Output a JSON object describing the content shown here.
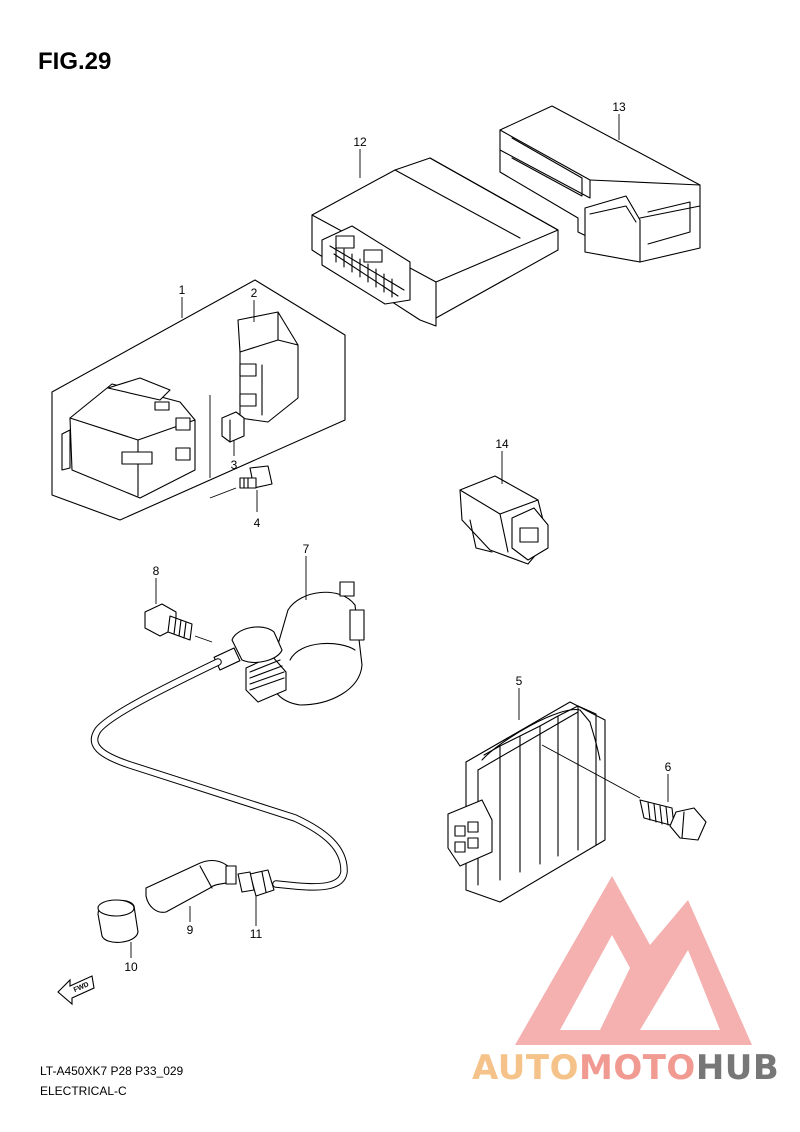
{
  "figure": {
    "title": "FIG.29"
  },
  "footer": {
    "model_code": "LT-A450XK7 P28 P33_029",
    "section": "ELECTRICAL-C"
  },
  "fwd_label": "FWD",
  "watermark": {
    "text_parts": [
      "AUTO",
      "MOTO",
      "HUB"
    ],
    "colors": {
      "auto": "#f5c38a",
      "moto": "#f19a92",
      "hub": "#777777",
      "logo": "#f4a3a3"
    }
  },
  "callouts": {
    "c1": "1",
    "c2": "2",
    "c3": "3",
    "c4": "4",
    "c5": "5",
    "c6": "6",
    "c7": "7",
    "c8": "8",
    "c9": "9",
    "c10": "10",
    "c11": "11",
    "c12": "12",
    "c13": "13",
    "c14": "14"
  }
}
